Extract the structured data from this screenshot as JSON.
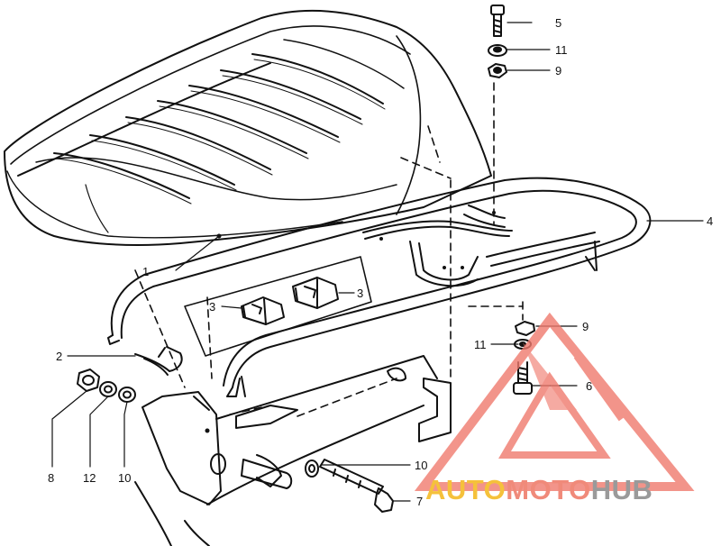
{
  "diagram": {
    "subject": "Motorcycle seat and rear grab-rail exploded parts view",
    "callouts": [
      {
        "id": "c1",
        "label": "1"
      },
      {
        "id": "c2",
        "label": "2"
      },
      {
        "id": "c3a",
        "label": "3"
      },
      {
        "id": "c3b",
        "label": "3"
      },
      {
        "id": "c4",
        "label": "4"
      },
      {
        "id": "c5",
        "label": "5"
      },
      {
        "id": "c6",
        "label": "6"
      },
      {
        "id": "c7",
        "label": "7"
      },
      {
        "id": "c8",
        "label": "8"
      },
      {
        "id": "c9a",
        "label": "9"
      },
      {
        "id": "c9b",
        "label": "9"
      },
      {
        "id": "c10a",
        "label": "10"
      },
      {
        "id": "c10b",
        "label": "10"
      },
      {
        "id": "c11a",
        "label": "11"
      },
      {
        "id": "c11b",
        "label": "11"
      },
      {
        "id": "c12",
        "label": "12"
      }
    ]
  },
  "watermark": {
    "part1": "AUTO",
    "part2": "MOTO",
    "part3": "HUB",
    "colors": {
      "auto": "#f5c13b",
      "moto": "#f08a7a",
      "hub": "#9a9a9a",
      "triangle": "#f07a6e"
    }
  },
  "colors": {
    "ink": "#111111",
    "background": "#ffffff"
  }
}
